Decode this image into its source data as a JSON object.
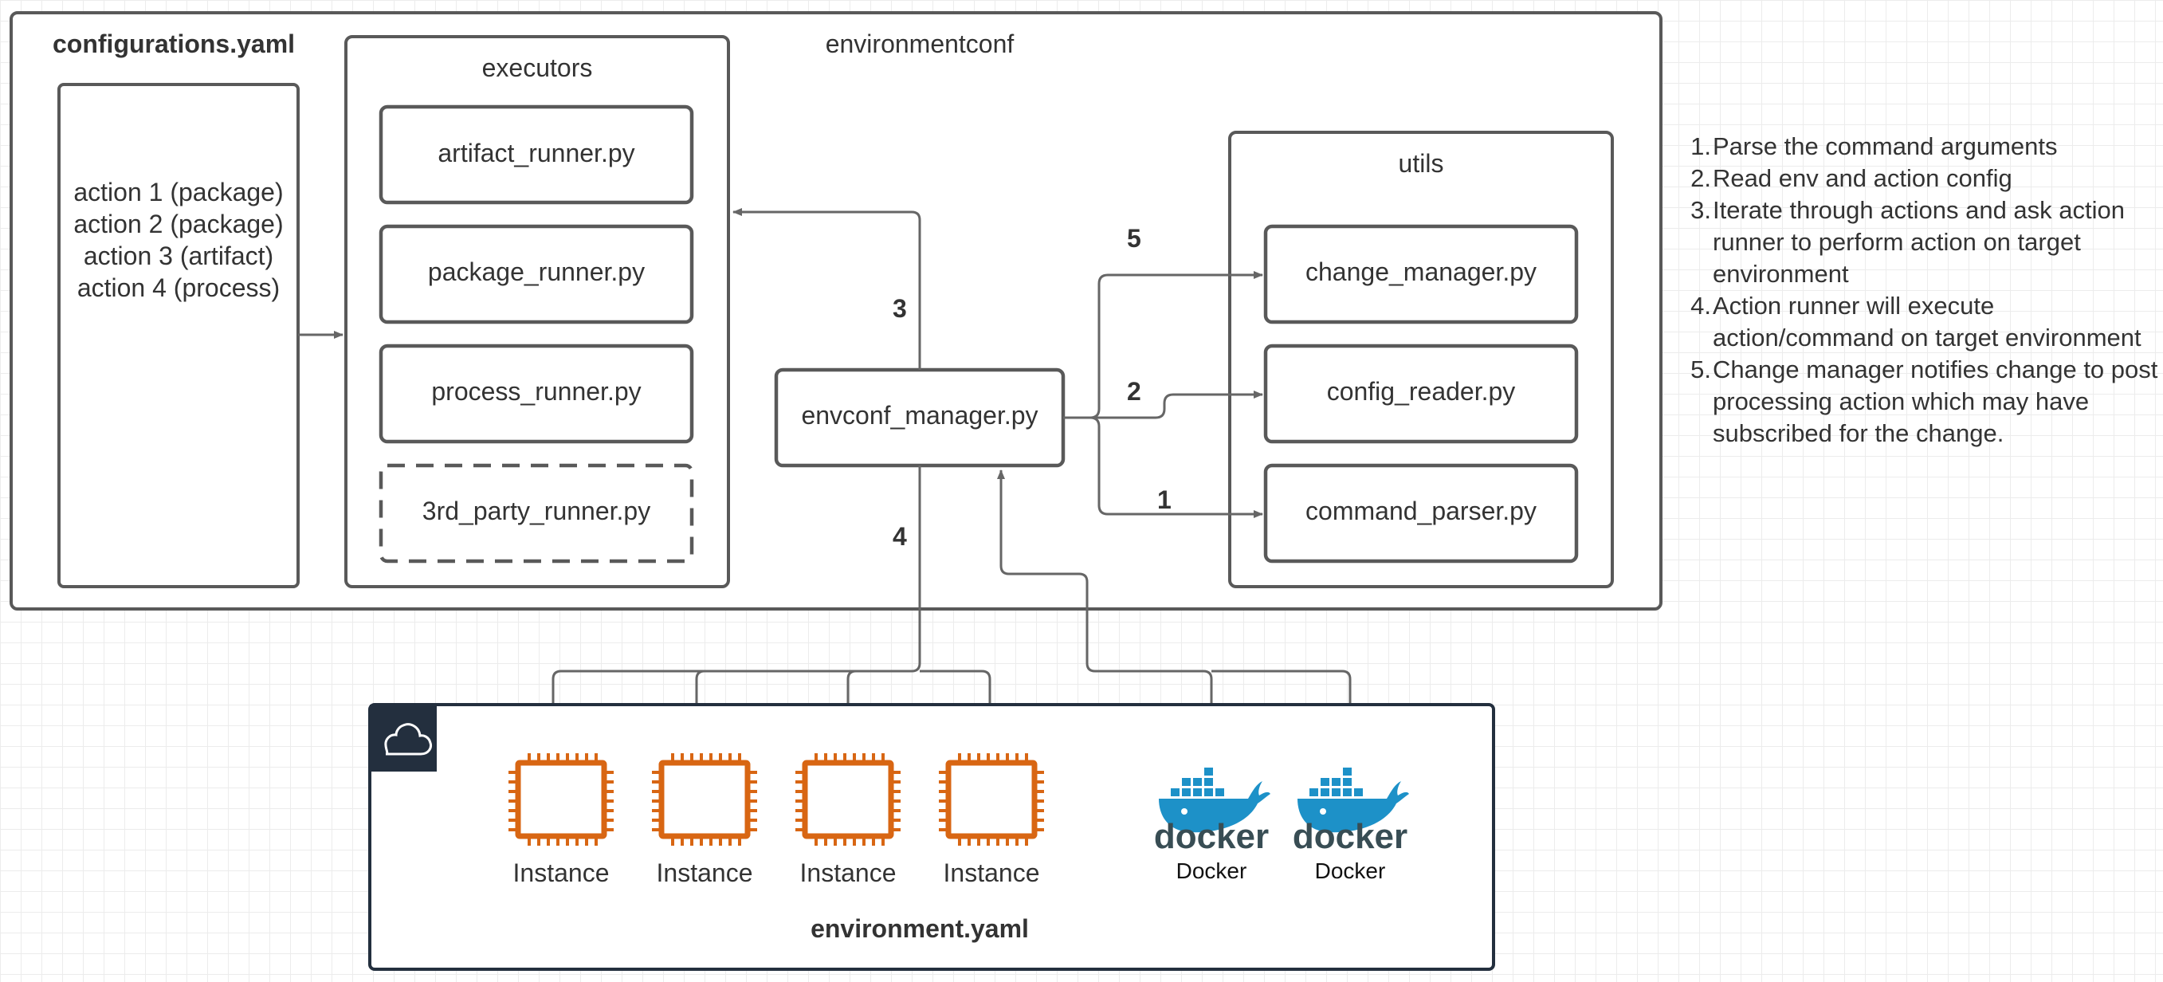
{
  "containers": {
    "main_label": "environmentconf",
    "configurations_label": "configurations.yaml",
    "executors_label": "executors",
    "utils_label": "utils",
    "environment_label": "environment.yaml"
  },
  "actions": [
    "action 1 (package)",
    "action 2 (package)",
    "action 3 (artifact)",
    "action 4 (process)"
  ],
  "executors": [
    "artifact_runner.py",
    "package_runner.py",
    "process_runner.py",
    "3rd_party_runner.py"
  ],
  "manager": "envconf_manager.py",
  "utils": [
    "change_manager.py",
    "config_reader.py",
    "command_parser.py"
  ],
  "edge_labels": [
    "5",
    "3",
    "2",
    "1",
    "4"
  ],
  "instances": [
    "Instance",
    "Instance",
    "Instance",
    "Instance"
  ],
  "dockers": [
    {
      "logo": "docker",
      "label": "Docker"
    },
    {
      "logo": "docker",
      "label": "Docker"
    }
  ],
  "steps": [
    {
      "num": "1.",
      "text": "Parse the command arguments"
    },
    {
      "num": "2.",
      "text": "Read env and action config"
    },
    {
      "num": "3.",
      "text": "Iterate through actions and ask action runner to perform action on target environment"
    },
    {
      "num": "4.",
      "text": "Action runner will execute action/command on target environment"
    },
    {
      "num": "5.",
      "text": "Change manager notifies change to post processing action which may have subscribed for the change."
    }
  ],
  "icons": {
    "cloud_badge": "cloud-icon",
    "instance": "chip-icon",
    "docker": "docker-whale-icon"
  },
  "colors": {
    "instance_orange": "#D86613",
    "docker_blue": "#1D91C8",
    "cloud_navy": "#232F3E",
    "stroke_gray": "#595959"
  }
}
